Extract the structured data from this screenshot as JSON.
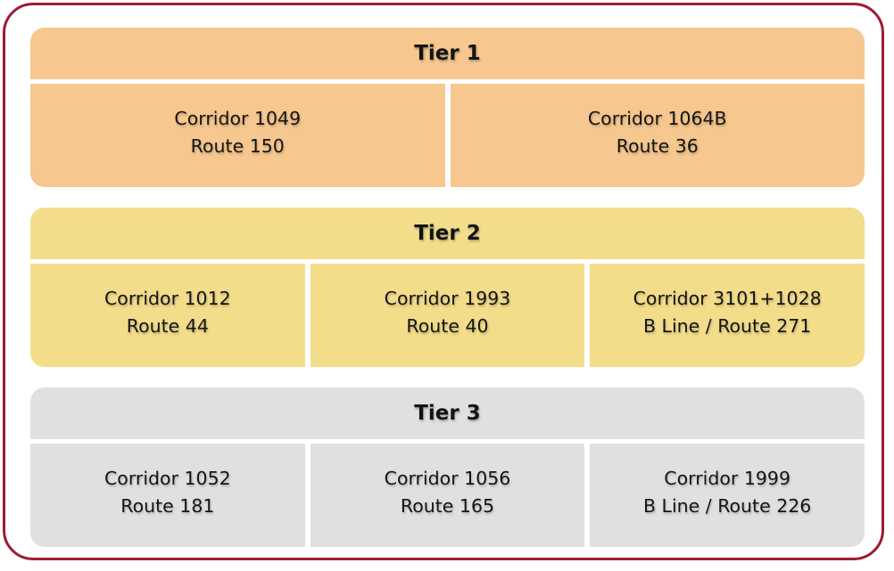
{
  "diagram": {
    "frame": {
      "border_color": "#9C1C33",
      "background_color": "#FFFFFF"
    },
    "text_color": "#141414",
    "tiers": [
      {
        "label": "Tier 1",
        "color": "#F6C78E",
        "cells": [
          {
            "line1": "Corridor 1049",
            "line2": "Route 150"
          },
          {
            "line1": "Corridor 1064B",
            "line2": "Route 36"
          }
        ]
      },
      {
        "label": "Tier 2",
        "color": "#F3DD8B",
        "cells": [
          {
            "line1": "Corridor 1012",
            "line2": "Route 44"
          },
          {
            "line1": "Corridor 1993",
            "line2": "Route 40"
          },
          {
            "line1": "Corridor 3101+1028",
            "line2": "B Line / Route 271"
          }
        ]
      },
      {
        "label": "Tier 3",
        "color": "#E0E0E0",
        "cells": [
          {
            "line1": "Corridor 1052",
            "line2": "Route 181"
          },
          {
            "line1": "Corridor 1056",
            "line2": "Route 165"
          },
          {
            "line1": "Corridor 1999",
            "line2": "B Line / Route 226"
          }
        ]
      }
    ]
  }
}
